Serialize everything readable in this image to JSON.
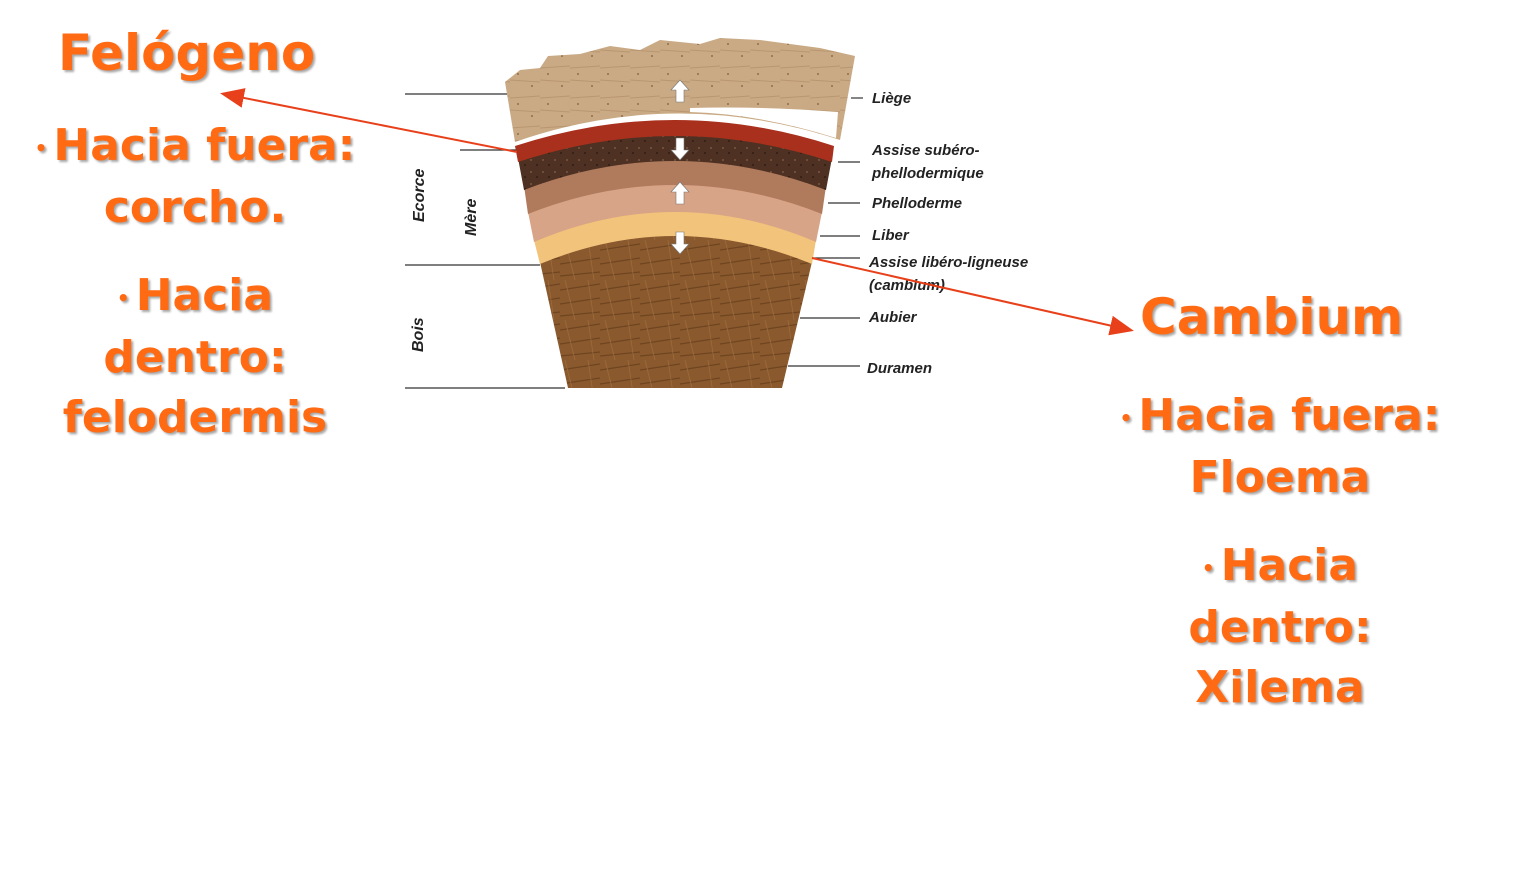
{
  "left": {
    "title": "Felógeno",
    "item1_line1": "Hacia fuera:",
    "item1_line2": "corcho.",
    "item2_line1": "Hacia",
    "item2_line2": "dentro:",
    "item2_line3": "felodermis"
  },
  "right": {
    "title": "Cambium",
    "item1_line1": "Hacia fuera:",
    "item1_line2": "Floema",
    "item2_line1": "Hacia",
    "item2_line2": "dentro:",
    "item2_line3": "Xilema"
  },
  "diagram": {
    "labels": {
      "liege": "Liège",
      "assise1": "Assise subéro-",
      "assise2": "phellodermique",
      "phelloderme": "Phelloderme",
      "liber": "Liber",
      "cambium1": "Assise libéro-ligneuse",
      "cambium2": "(cambium)",
      "aubier": "Aubier",
      "duramen": "Duramen"
    },
    "side_labels": {
      "ecorce": "Ecorce",
      "mere": "Mère",
      "bois": "Bois"
    }
  },
  "colors": {
    "accent": "#ff6a13",
    "arrow": "#e8401a"
  }
}
